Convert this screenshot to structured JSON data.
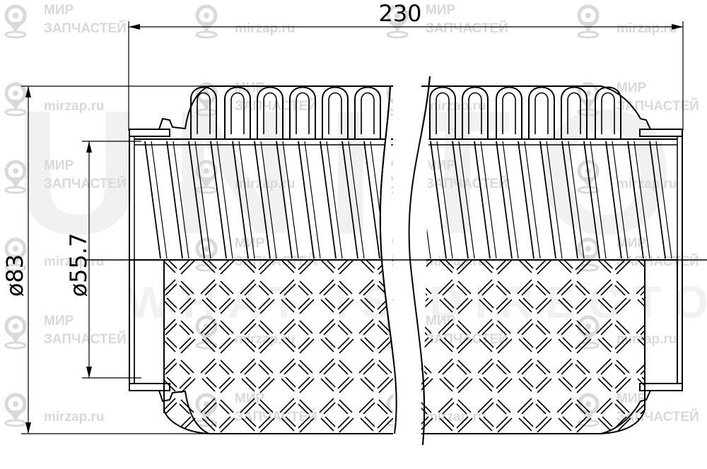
{
  "watermark": {
    "brand_line1": "МИР",
    "brand_line2": "ЗАПЧАСТЕЙ",
    "site": "mirzap.ru",
    "icon": "map-pin-icon"
  },
  "drawing": {
    "part": "flexible-pipe-corrugated-braided",
    "dimensions": {
      "length": "230",
      "outer_diameter": "ø83",
      "inner_diameter": "ø55.7"
    },
    "colors": {
      "line": "#000000",
      "watermark": "#d9d9d9"
    }
  }
}
